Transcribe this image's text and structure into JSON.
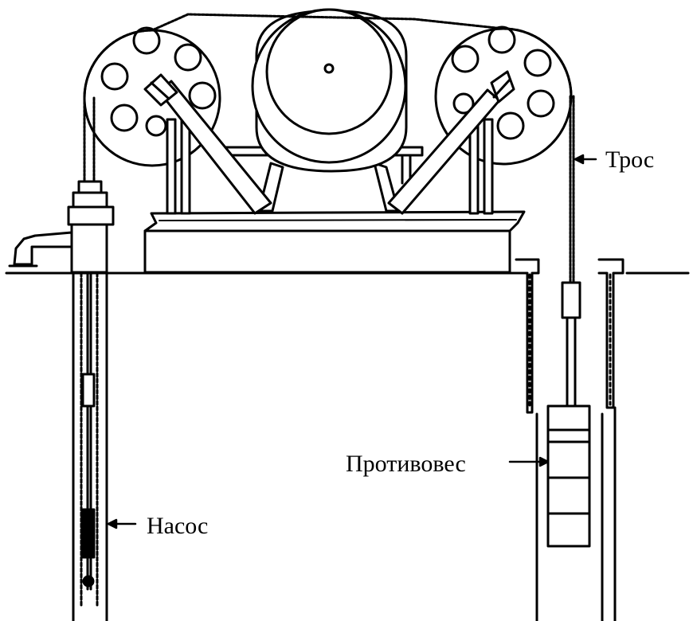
{
  "diagram": {
    "labels": {
      "cable": "Трос",
      "counterweight": "Противовес",
      "pump": "Насос"
    }
  }
}
